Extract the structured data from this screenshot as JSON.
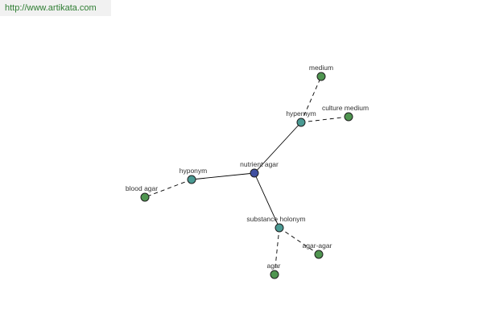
{
  "watermark": {
    "text": "http://www.artikata.com"
  },
  "colors": {
    "center_node": "#3f4fa0",
    "relation_node": "#4a9a93",
    "leaf_node": "#4f9550",
    "edge": "#000000",
    "watermark_text": "#2e7d32"
  },
  "graph": {
    "nodes": [
      {
        "id": "nutrient-agar",
        "label": "nutrient agar",
        "kind": "center"
      },
      {
        "id": "hypernym",
        "label": "hypernym",
        "kind": "relation"
      },
      {
        "id": "hyponym",
        "label": "hyponym",
        "kind": "relation"
      },
      {
        "id": "substance-holonym",
        "label": "substance holonym",
        "kind": "relation"
      },
      {
        "id": "medium",
        "label": "medium",
        "kind": "leaf"
      },
      {
        "id": "culture-medium",
        "label": "culture medium",
        "kind": "leaf"
      },
      {
        "id": "blood-agar",
        "label": "blood agar",
        "kind": "leaf"
      },
      {
        "id": "agar-agar",
        "label": "agar-agar",
        "kind": "leaf"
      },
      {
        "id": "agar",
        "label": "agar",
        "kind": "leaf"
      }
    ],
    "edges": [
      {
        "from": "nutrient-agar",
        "to": "hypernym",
        "style": "solid"
      },
      {
        "from": "nutrient-agar",
        "to": "hyponym",
        "style": "solid"
      },
      {
        "from": "nutrient-agar",
        "to": "substance-holonym",
        "style": "solid"
      },
      {
        "from": "hypernym",
        "to": "medium",
        "style": "dashed"
      },
      {
        "from": "hypernym",
        "to": "culture-medium",
        "style": "dashed"
      },
      {
        "from": "hyponym",
        "to": "blood-agar",
        "style": "dashed"
      },
      {
        "from": "substance-holonym",
        "to": "agar-agar",
        "style": "dashed"
      },
      {
        "from": "substance-holonym",
        "to": "agar",
        "style": "dashed"
      }
    ]
  }
}
